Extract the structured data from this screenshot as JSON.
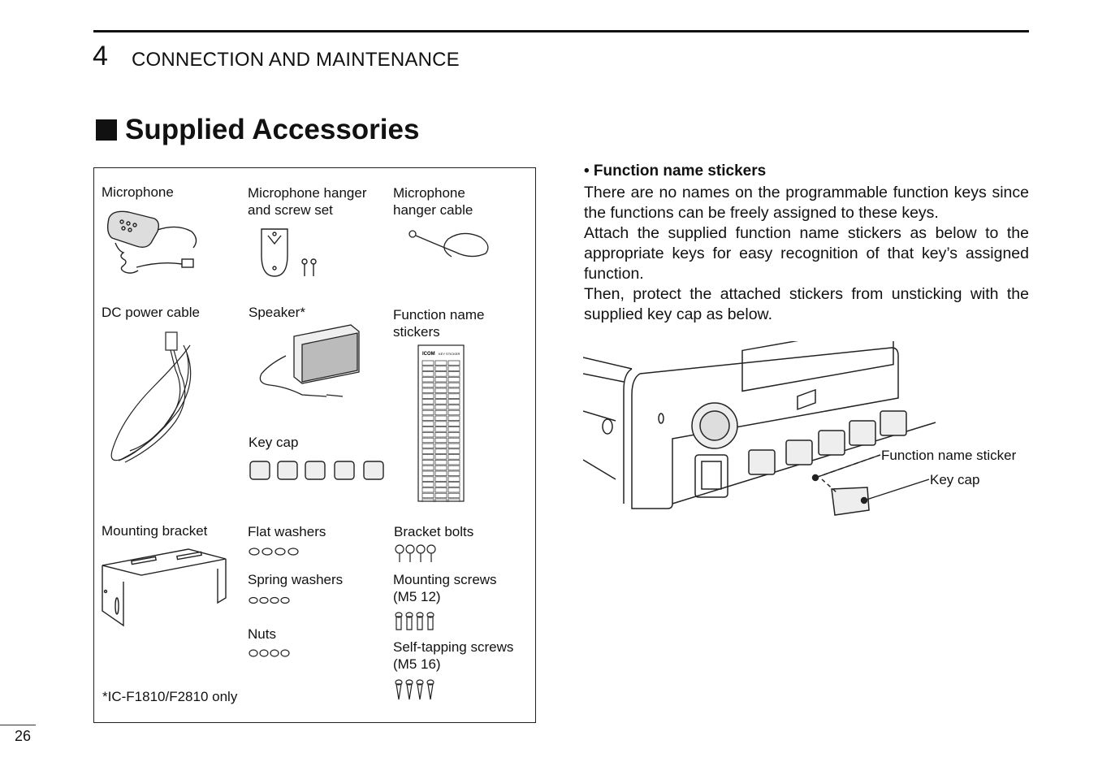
{
  "header": {
    "chapter_number": "4",
    "chapter_title": "CONNECTION AND MAINTENANCE"
  },
  "section": {
    "title": "Supplied Accessories"
  },
  "accessories": {
    "microphone": "Microphone",
    "mic_hanger": "Microphone hanger\nand screw set",
    "mic_hanger_cable": "Microphone\nhanger cable",
    "dc_cable": "DC power cable",
    "speaker": "Speaker*",
    "function_stickers": "Function name\nstickers",
    "key_cap": "Key cap",
    "mounting_bracket": "Mounting bracket",
    "flat_washers": "Flat washers",
    "bracket_bolts": "Bracket bolts",
    "spring_washers": "Spring washers",
    "mounting_screws": "Mounting screws\n(M5  12)",
    "nuts": "Nuts",
    "self_tapping": "Self-tapping screws\n(M5  16)",
    "footnote": "*IC-F1810/F2810 only"
  },
  "function_stickers_section": {
    "heading": "• Function name stickers",
    "p1": "There are no names on the programmable function keys since the  functions can be freely assigned to these keys.",
    "p2": "Attach the supplied function name stickers as below to the appropriate keys for easy recognition of that key’s assigned function.",
    "p3": "Then, protect the attached stickers from unsticking with the supplied key cap as below.",
    "callout_sticker": "Function name sticker",
    "callout_keycap": "Key cap"
  },
  "sticker_sheet": {
    "brand": "ICOM",
    "sheet_label": "KEY STICKER"
  },
  "page_number": "26"
}
